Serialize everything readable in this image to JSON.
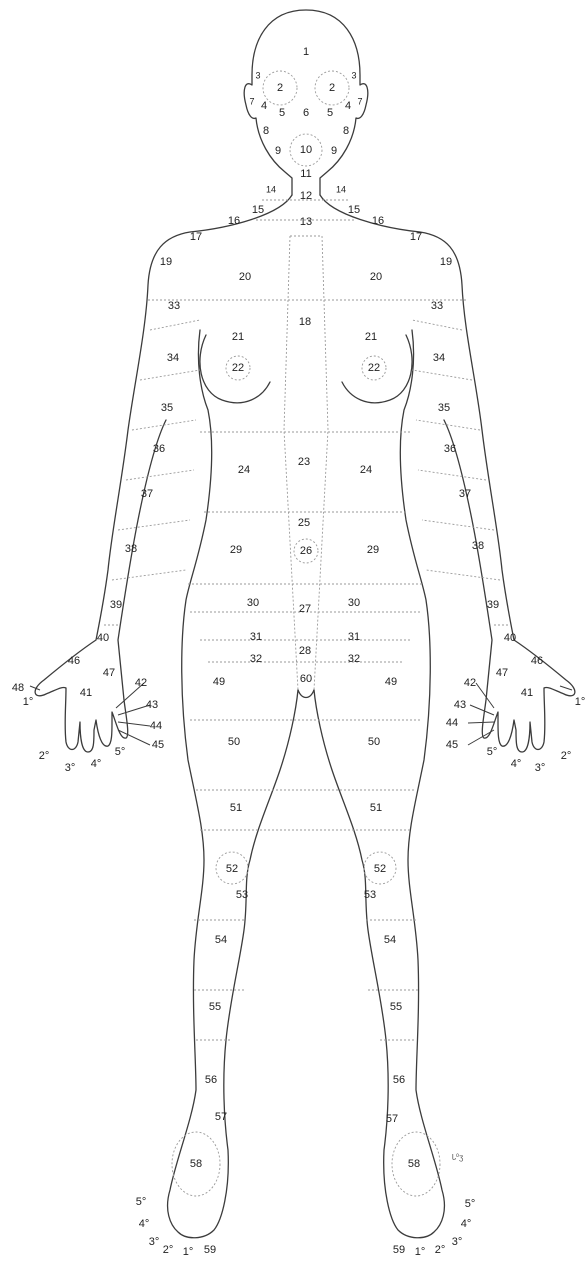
{
  "labels": [
    "1",
    "2",
    "2",
    "3",
    "3",
    "4",
    "4",
    "5",
    "5",
    "6",
    "7",
    "7",
    "8",
    "8",
    "9",
    "9",
    "10",
    "11",
    "12",
    "13",
    "14",
    "14",
    "15",
    "15",
    "16",
    "16",
    "17",
    "17",
    "18",
    "19",
    "19",
    "20",
    "20",
    "21",
    "21",
    "22",
    "22",
    "23",
    "24",
    "24",
    "25",
    "26",
    "27",
    "28",
    "29",
    "29",
    "30",
    "30",
    "31",
    "31",
    "32",
    "32",
    "33",
    "33",
    "34",
    "34",
    "35",
    "35",
    "36",
    "36",
    "37",
    "37",
    "38",
    "38",
    "39",
    "39",
    "40",
    "40",
    "41",
    "41",
    "42",
    "42",
    "43",
    "43",
    "44",
    "44",
    "45",
    "45",
    "46",
    "46",
    "47",
    "47",
    "48",
    "1°",
    "2°",
    "3°",
    "4°",
    "5°",
    "1°",
    "2°",
    "3°",
    "4°",
    "5°",
    "49",
    "49",
    "50",
    "50",
    "51",
    "51",
    "52",
    "52",
    "53",
    "53",
    "54",
    "54",
    "55",
    "55",
    "56",
    "56",
    "57",
    "57",
    "58",
    "58",
    "59",
    "59",
    "60",
    "5°",
    "4°",
    "3°",
    "2°",
    "1°",
    "5°",
    "4°",
    "3°",
    "2°",
    "1°"
  ],
  "colors": {
    "outline": "#3c3c3c",
    "zone": "#9a9a9a",
    "text": "#222222"
  }
}
